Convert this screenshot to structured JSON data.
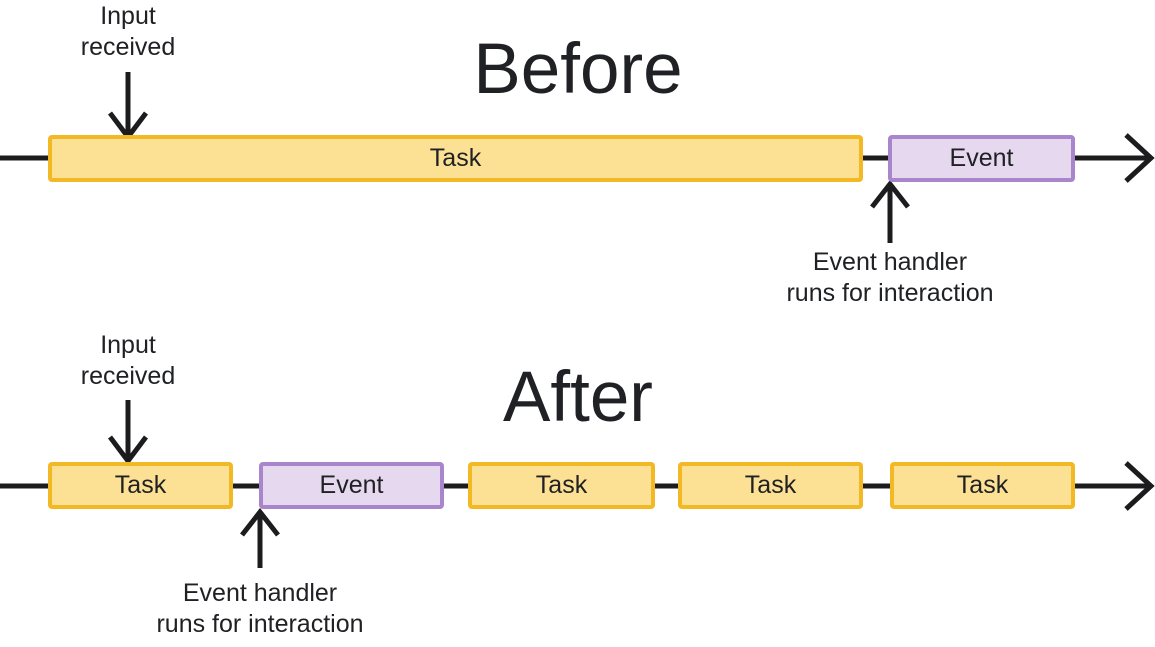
{
  "colors": {
    "task_fill": "#FCE194",
    "task_border": "#F3B924",
    "event_fill": "#E5D8EF",
    "event_border": "#A985CB",
    "text": "#202124",
    "line": "#1C1C1E"
  },
  "before": {
    "title": "Before",
    "input_label": [
      "Input",
      "received"
    ],
    "task_label": "Task",
    "event_label": "Event",
    "handler_label": [
      "Event handler",
      "runs for interaction"
    ]
  },
  "after": {
    "title": "After",
    "input_label": [
      "Input",
      "received"
    ],
    "task_labels": [
      "Task",
      "Task",
      "Task",
      "Task"
    ],
    "event_label": "Event",
    "handler_label": [
      "Event handler",
      "runs for interaction"
    ]
  }
}
